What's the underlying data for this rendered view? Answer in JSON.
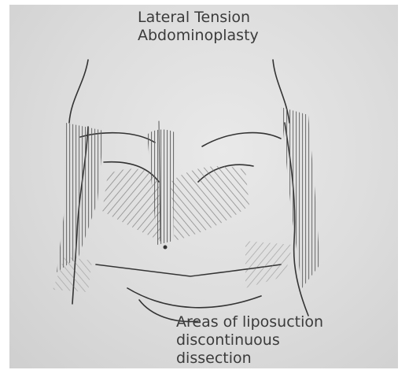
{
  "title": {
    "line1": "Lateral Tension",
    "line2": "Abdominoplasty"
  },
  "caption": {
    "line1": "Areas of liposuction",
    "line2": "discontinuous",
    "line3": "dissection"
  },
  "colors": {
    "paper": "#dcdcdc",
    "pencil": "#3a3a3a",
    "shading": "#7a7a7a"
  }
}
